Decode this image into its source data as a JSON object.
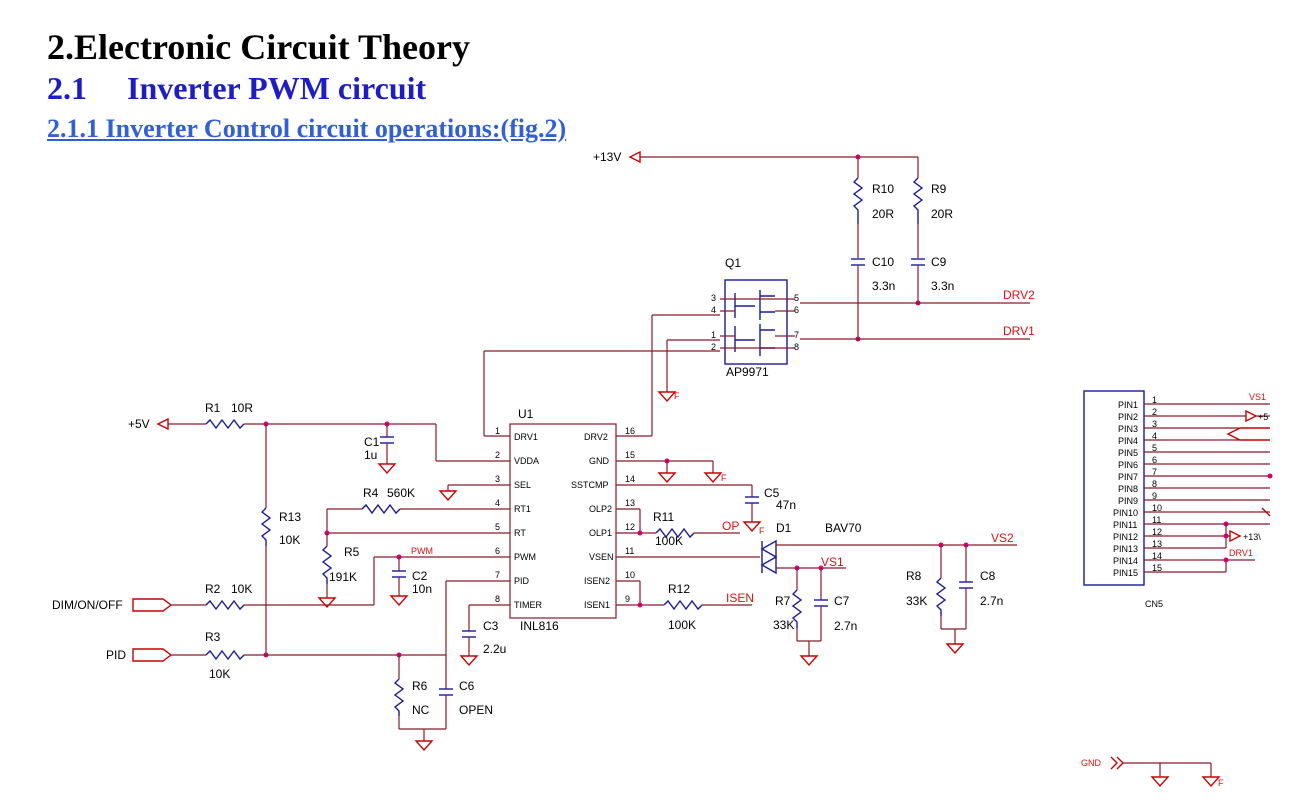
{
  "headings": {
    "h1": "2.Electronic Circuit Theory",
    "h2_num": "2.1",
    "h2_text": "Inverter PWM circuit",
    "h3": "2.1.1 Inverter Control circuit operations:(fig.2)"
  },
  "nets": {
    "p13v": "+13V",
    "p5v": "+5V",
    "dim": "DIM/ON/OFF",
    "pid": "PID",
    "drv2": "DRV2",
    "drv1": "DRV1",
    "vs2": "VS2",
    "vs1": "VS1",
    "op": "OP",
    "isen": "ISEN",
    "pwm": "PWM",
    "gnd": "GND",
    "gnd_f": "F"
  },
  "ic": {
    "ref": "U1",
    "part": "INL816",
    "left_pins": [
      {
        "num": "1",
        "name": "DRV1"
      },
      {
        "num": "2",
        "name": "VDDA"
      },
      {
        "num": "3",
        "name": "SEL"
      },
      {
        "num": "4",
        "name": "RT1"
      },
      {
        "num": "5",
        "name": "RT"
      },
      {
        "num": "6",
        "name": "PWM"
      },
      {
        "num": "7",
        "name": "PID"
      },
      {
        "num": "8",
        "name": "TIMER"
      }
    ],
    "right_pins": [
      {
        "num": "16",
        "name": "DRV2"
      },
      {
        "num": "15",
        "name": "GND"
      },
      {
        "num": "14",
        "name": "SSTCMP"
      },
      {
        "num": "13",
        "name": "OLP2"
      },
      {
        "num": "12",
        "name": "OLP1"
      },
      {
        "num": "11",
        "name": "VSEN"
      },
      {
        "num": "10",
        "name": "ISEN2"
      },
      {
        "num": "9",
        "name": "ISEN1"
      }
    ]
  },
  "mosfet": {
    "ref": "Q1",
    "part": "AP9971",
    "pins": [
      "3",
      "4",
      "5",
      "6",
      "1",
      "2",
      "7",
      "8"
    ]
  },
  "components": {
    "r1": {
      "ref": "R1",
      "val": "10R"
    },
    "r2": {
      "ref": "R2",
      "val": "10K"
    },
    "r3": {
      "ref": "R3",
      "val": "10K"
    },
    "r4": {
      "ref": "R4",
      "val": "560K"
    },
    "r5": {
      "ref": "R5",
      "val": "191K"
    },
    "r6": {
      "ref": "R6",
      "val": "NC"
    },
    "r7": {
      "ref": "R7",
      "val": "33K"
    },
    "r8": {
      "ref": "R8",
      "val": "33K"
    },
    "r9": {
      "ref": "R9",
      "val": "20R"
    },
    "r10": {
      "ref": "R10",
      "val": "20R"
    },
    "r11": {
      "ref": "R11",
      "val": "100K"
    },
    "r12": {
      "ref": "R12",
      "val": "100K"
    },
    "r13": {
      "ref": "R13",
      "val": "10K"
    },
    "c1": {
      "ref": "C1",
      "val": "1u"
    },
    "c2": {
      "ref": "C2",
      "val": "10n"
    },
    "c3": {
      "ref": "C3",
      "val": "2.2u"
    },
    "c5": {
      "ref": "C5",
      "val": "47n"
    },
    "c6": {
      "ref": "C6",
      "val": "OPEN"
    },
    "c7": {
      "ref": "C7",
      "val": "2.7n"
    },
    "c8": {
      "ref": "C8",
      "val": "2.7n"
    },
    "c9": {
      "ref": "C9",
      "val": "3.3n"
    },
    "c10": {
      "ref": "C10",
      "val": "3.3n"
    },
    "d1": {
      "ref": "D1",
      "val": "BAV70"
    }
  },
  "connector": {
    "ref": "CN5",
    "pins": [
      {
        "name": "PIN1",
        "num": "1"
      },
      {
        "name": "PIN2",
        "num": "2"
      },
      {
        "name": "PIN3",
        "num": "3"
      },
      {
        "name": "PIN4",
        "num": "4"
      },
      {
        "name": "PIN5",
        "num": "5"
      },
      {
        "name": "PIN6",
        "num": "6"
      },
      {
        "name": "PIN7",
        "num": "7"
      },
      {
        "name": "PIN8",
        "num": "8"
      },
      {
        "name": "PIN9",
        "num": "9"
      },
      {
        "name": "PIN10",
        "num": "10"
      },
      {
        "name": "PIN11",
        "num": "11"
      },
      {
        "name": "PIN12",
        "num": "12"
      },
      {
        "name": "PIN13",
        "num": "13"
      },
      {
        "name": "PIN14",
        "num": "14"
      },
      {
        "name": "PIN15",
        "num": "15"
      }
    ],
    "net_vs1": "VS1",
    "net_p5": "+5",
    "net_p13": "+13\\",
    "net_drv1": "DRV1"
  }
}
